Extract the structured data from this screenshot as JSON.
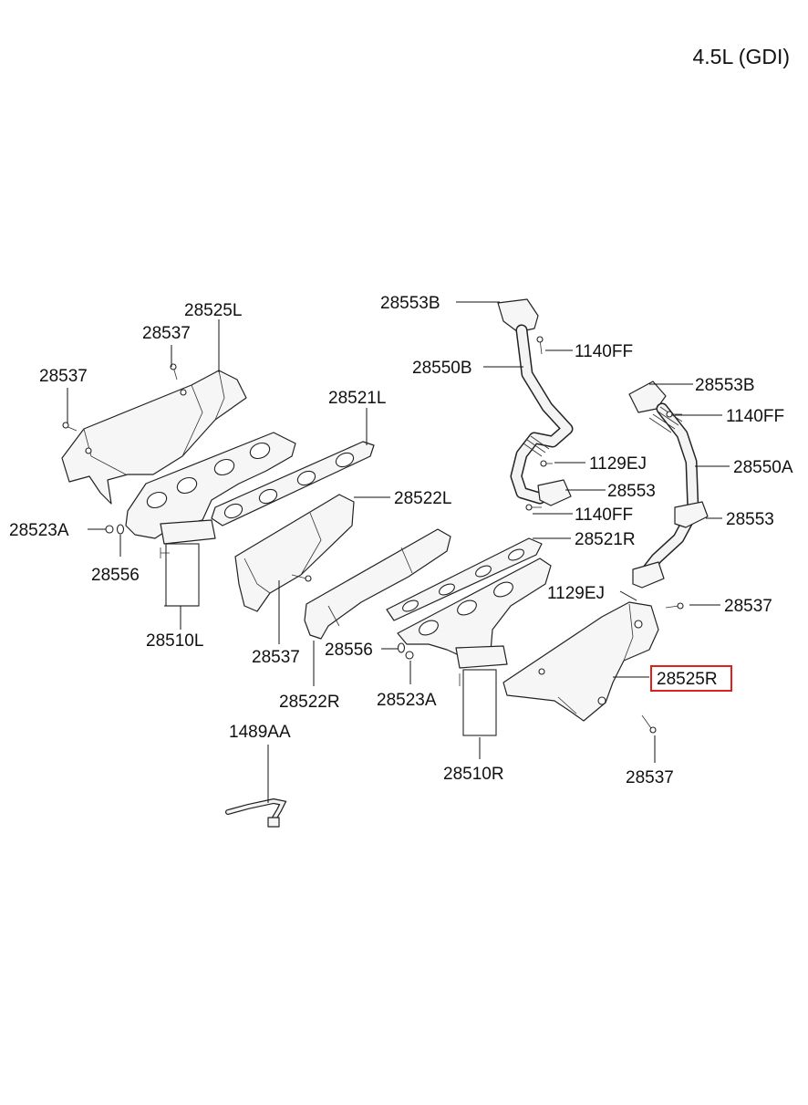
{
  "title": "4.5L (GDI)",
  "highlight": {
    "label": "28525R",
    "color": "#e0201e"
  },
  "labels": {
    "p28553B_top": "28553B",
    "p1140FF_a": "1140FF",
    "p28550B": "28550B",
    "p28553B_right": "28553B",
    "p1140FF_b": "1140FF",
    "p1129EJ_a": "1129EJ",
    "p28553_a": "28553",
    "p28550A": "28550A",
    "p1140FF_c": "1140FF",
    "p28553_b": "28553",
    "p28525L": "28525L",
    "p28537_a": "28537",
    "p28537_b": "28537",
    "p28521L": "28521L",
    "p28522L": "28522L",
    "p28523A_left": "28523A",
    "p28556_left": "28556",
    "p28510L": "28510L",
    "p28537_c": "28537",
    "p28521R": "28521R",
    "p1129EJ_b": "1129EJ",
    "p28537_d": "28537",
    "p28556_mid": "28556",
    "p28525R": "28525R",
    "p28522R": "28522R",
    "p28523A_mid": "28523A",
    "p28537_e": "28537",
    "p1489AA": "1489AA",
    "p28510R": "28510R"
  }
}
